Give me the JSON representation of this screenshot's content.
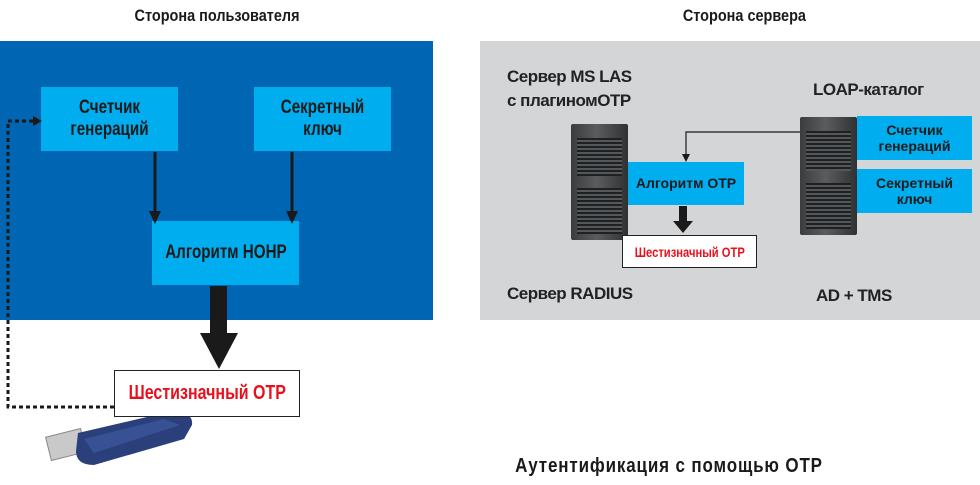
{
  "user_side": {
    "title": "Сторона пользователя",
    "counter": "Счетчик генераций",
    "secret_key": "Секретный ключ",
    "algorithm": "Алгоритм HOHP",
    "otp": "Шестизначный OTP"
  },
  "server_side": {
    "title": "Сторона сервера",
    "las_server": "Сервер MS LAS",
    "las_plugin": "с плагиномOTP",
    "algorithm": "Алгоритм OTP",
    "otp": "Шестизначный OTP",
    "radius": "Сервер RADIUS",
    "ldap": "LOAP-каталог",
    "counter": "Счетчик генераций",
    "secret_key": "Секретный ключ",
    "ad_tms": "AD + TMS"
  },
  "caption": "Аутентификация с помощью OTP",
  "colors": {
    "blue_panel": "#0066b3",
    "box": "#00aeef",
    "gray_panel": "#d4d5d7",
    "otp_text": "#e8101c"
  }
}
